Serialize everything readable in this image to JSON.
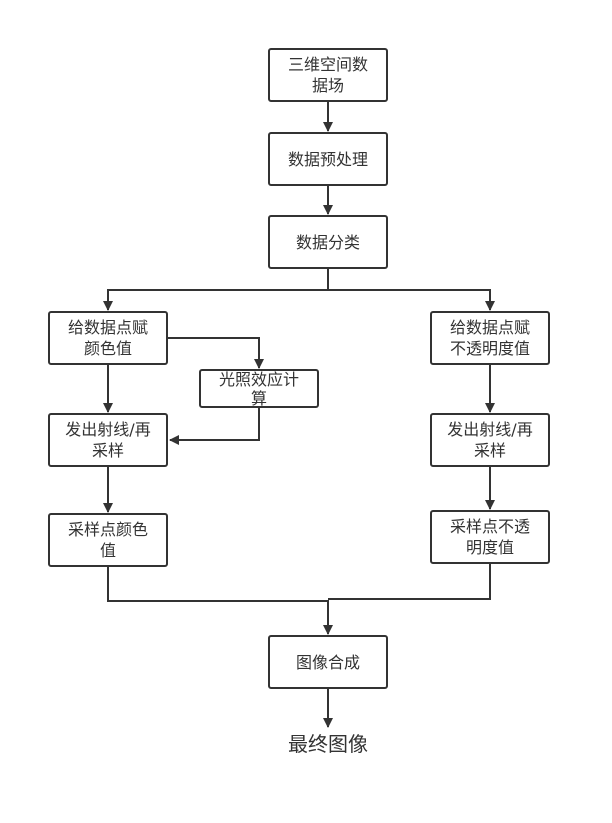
{
  "nodes": {
    "field": "三维空间数据场",
    "preprocess": "数据预处理",
    "classify": "数据分类",
    "assign_color": "给数据点赋颜色值",
    "assign_opacity": "给数据点赋不透明度值",
    "lighting": "光照效应计算",
    "ray_left": "发出射线/再采样",
    "ray_right": "发出射线/再采样",
    "sample_color": "采样点颜色值",
    "sample_opacity": "采样点不透明度值",
    "composite": "图像合成",
    "final": "最终图像"
  }
}
